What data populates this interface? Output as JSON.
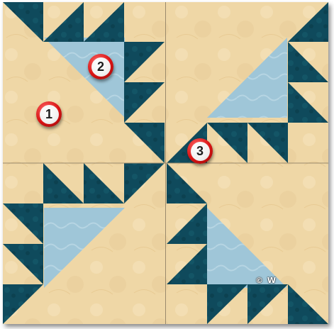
{
  "markers": [
    {
      "label": "1"
    },
    {
      "label": "2"
    },
    {
      "label": "3"
    }
  ],
  "watermark": "© W",
  "colors": {
    "background_fabric": "#efd7a6",
    "dark_teal": "#0f4a5c",
    "light_blue": "#9fc6d8",
    "seam": "#9a8a6c",
    "marker_red": "#d91313"
  }
}
